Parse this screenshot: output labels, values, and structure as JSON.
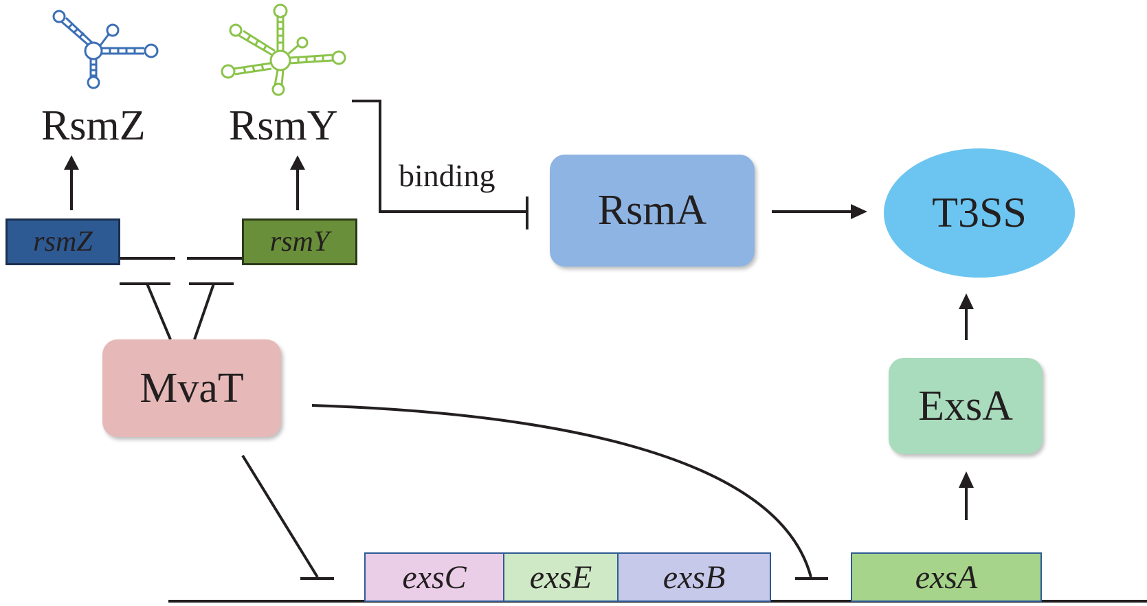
{
  "srna": {
    "rsmz_label": "RsmZ",
    "rsmy_label": "RsmY",
    "rsmz_color": "#3b6fb6",
    "rsmy_color": "#8bc34a"
  },
  "genes": {
    "rsmz": "rsmZ",
    "rsmy": "rsmY",
    "exsc": "exsC",
    "exse": "exsE",
    "exsb": "exsB",
    "exsa": "exsA"
  },
  "proteins": {
    "rsma": "RsmA",
    "t3ss": "T3SS",
    "mvat": "MvaT",
    "exsa": "ExsA"
  },
  "edges": {
    "binding_label": "binding"
  },
  "colors": {
    "rsmz_gene": "#2e5a94",
    "rsmy_gene": "#6a8f3a",
    "rsma": "#8db4e2",
    "t3ss": "#6cc5f0",
    "mvat": "#e6b9b8",
    "exsa_protein": "#a9dbbd",
    "exsc_gene": "#eacde6",
    "exse_gene": "#cfe8c6",
    "exsb_gene": "#c6c9ea",
    "exsa_gene": "#a6d48a"
  }
}
